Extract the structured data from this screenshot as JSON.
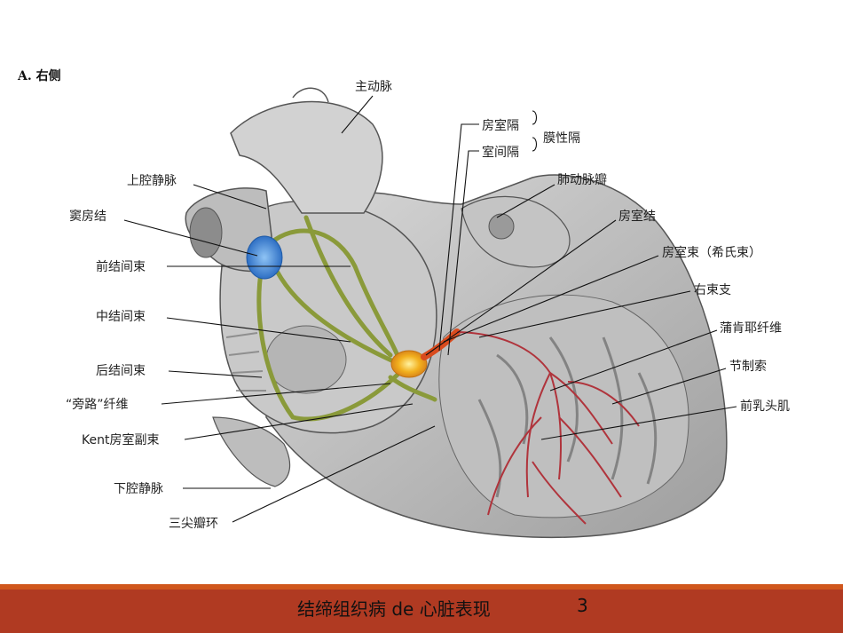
{
  "figure": {
    "heading": "A. 右侧",
    "labels": {
      "aorta": "主动脉",
      "av_septum": "房室隔",
      "membranous_septum": "膜性隔",
      "interventricular_septum": "室间隔",
      "superior_vena_cava": "上腔静脉",
      "pulmonary_valve": "肺动脉瓣",
      "sinoatrial_node": "窦房结",
      "av_node": "房室结",
      "his_bundle": "房室束（希氏束）",
      "anterior_internodal": "前结间束",
      "right_bundle_branch": "右束支",
      "middle_internodal": "中结间束",
      "purkinje": "蒲肯耶纤维",
      "posterior_internodal": "后结间束",
      "moderator_band": "节制索",
      "bypass_fibers": "“旁路”纤维",
      "anterior_papillary": "前乳头肌",
      "kent_bundle": "Kent房室副束",
      "inferior_vena_cava": "下腔静脉",
      "tricuspid_annulus": "三尖瓣环"
    }
  },
  "footer": {
    "title": "结缔组织病 de 心脏表现",
    "page": "3"
  },
  "colors": {
    "footer_bar": "#b03a22",
    "footer_stripe": "#d0561c",
    "conduction_paths": "#8a9a3a",
    "sa_node": "#3b82d6",
    "av_node": "#f2b01e",
    "his_bundle": "#d94b1e",
    "purkinje": "#b0343c"
  }
}
